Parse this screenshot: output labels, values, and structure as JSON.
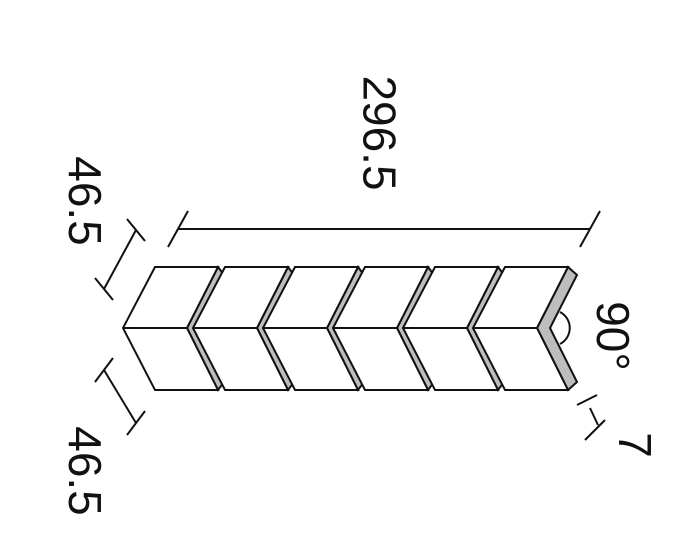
{
  "dimensions": {
    "length": "296.5",
    "side_top": "46.5",
    "side_bottom": "46.5",
    "angle": "90°",
    "thickness": "7"
  },
  "tiles": {
    "count": 6,
    "fill": "#ffffff",
    "edge_fill": "#bdbdbd",
    "stroke": "#111111"
  }
}
